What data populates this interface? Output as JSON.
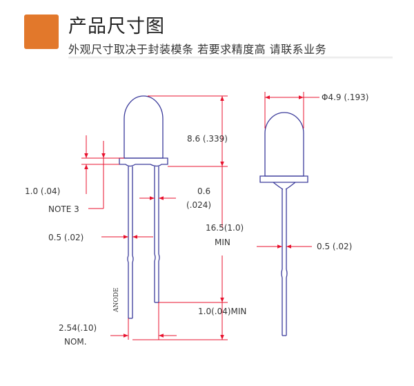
{
  "header": {
    "title": "产品尺寸图",
    "subtitle": "外观尺寸取决于封装模条  若要求精度高  请联系业务",
    "accent_color": "#e2782b"
  },
  "colors": {
    "outline": "#3a3a9a",
    "dimension": "#e8112d",
    "text": "#333333"
  },
  "labels": {
    "lead_offset": "1.0 (.04)",
    "note": "NOTE 3",
    "body_height": "8.6 (.339)",
    "lead_width_side": "0.6",
    "lead_width_side_inch": "(.024)",
    "lead_length": "16.5(1.0)",
    "lead_length_min": "MIN",
    "lead_thickness": "0.5 (.02)",
    "anode": "ANODE",
    "lead_diff": "1.0(.04)MIN",
    "pitch": "2.54(.10)",
    "pitch_nom": "NOM.",
    "diameter": "Φ4.9 (.193)",
    "lead_thickness_side": "0.5 (.02)"
  }
}
